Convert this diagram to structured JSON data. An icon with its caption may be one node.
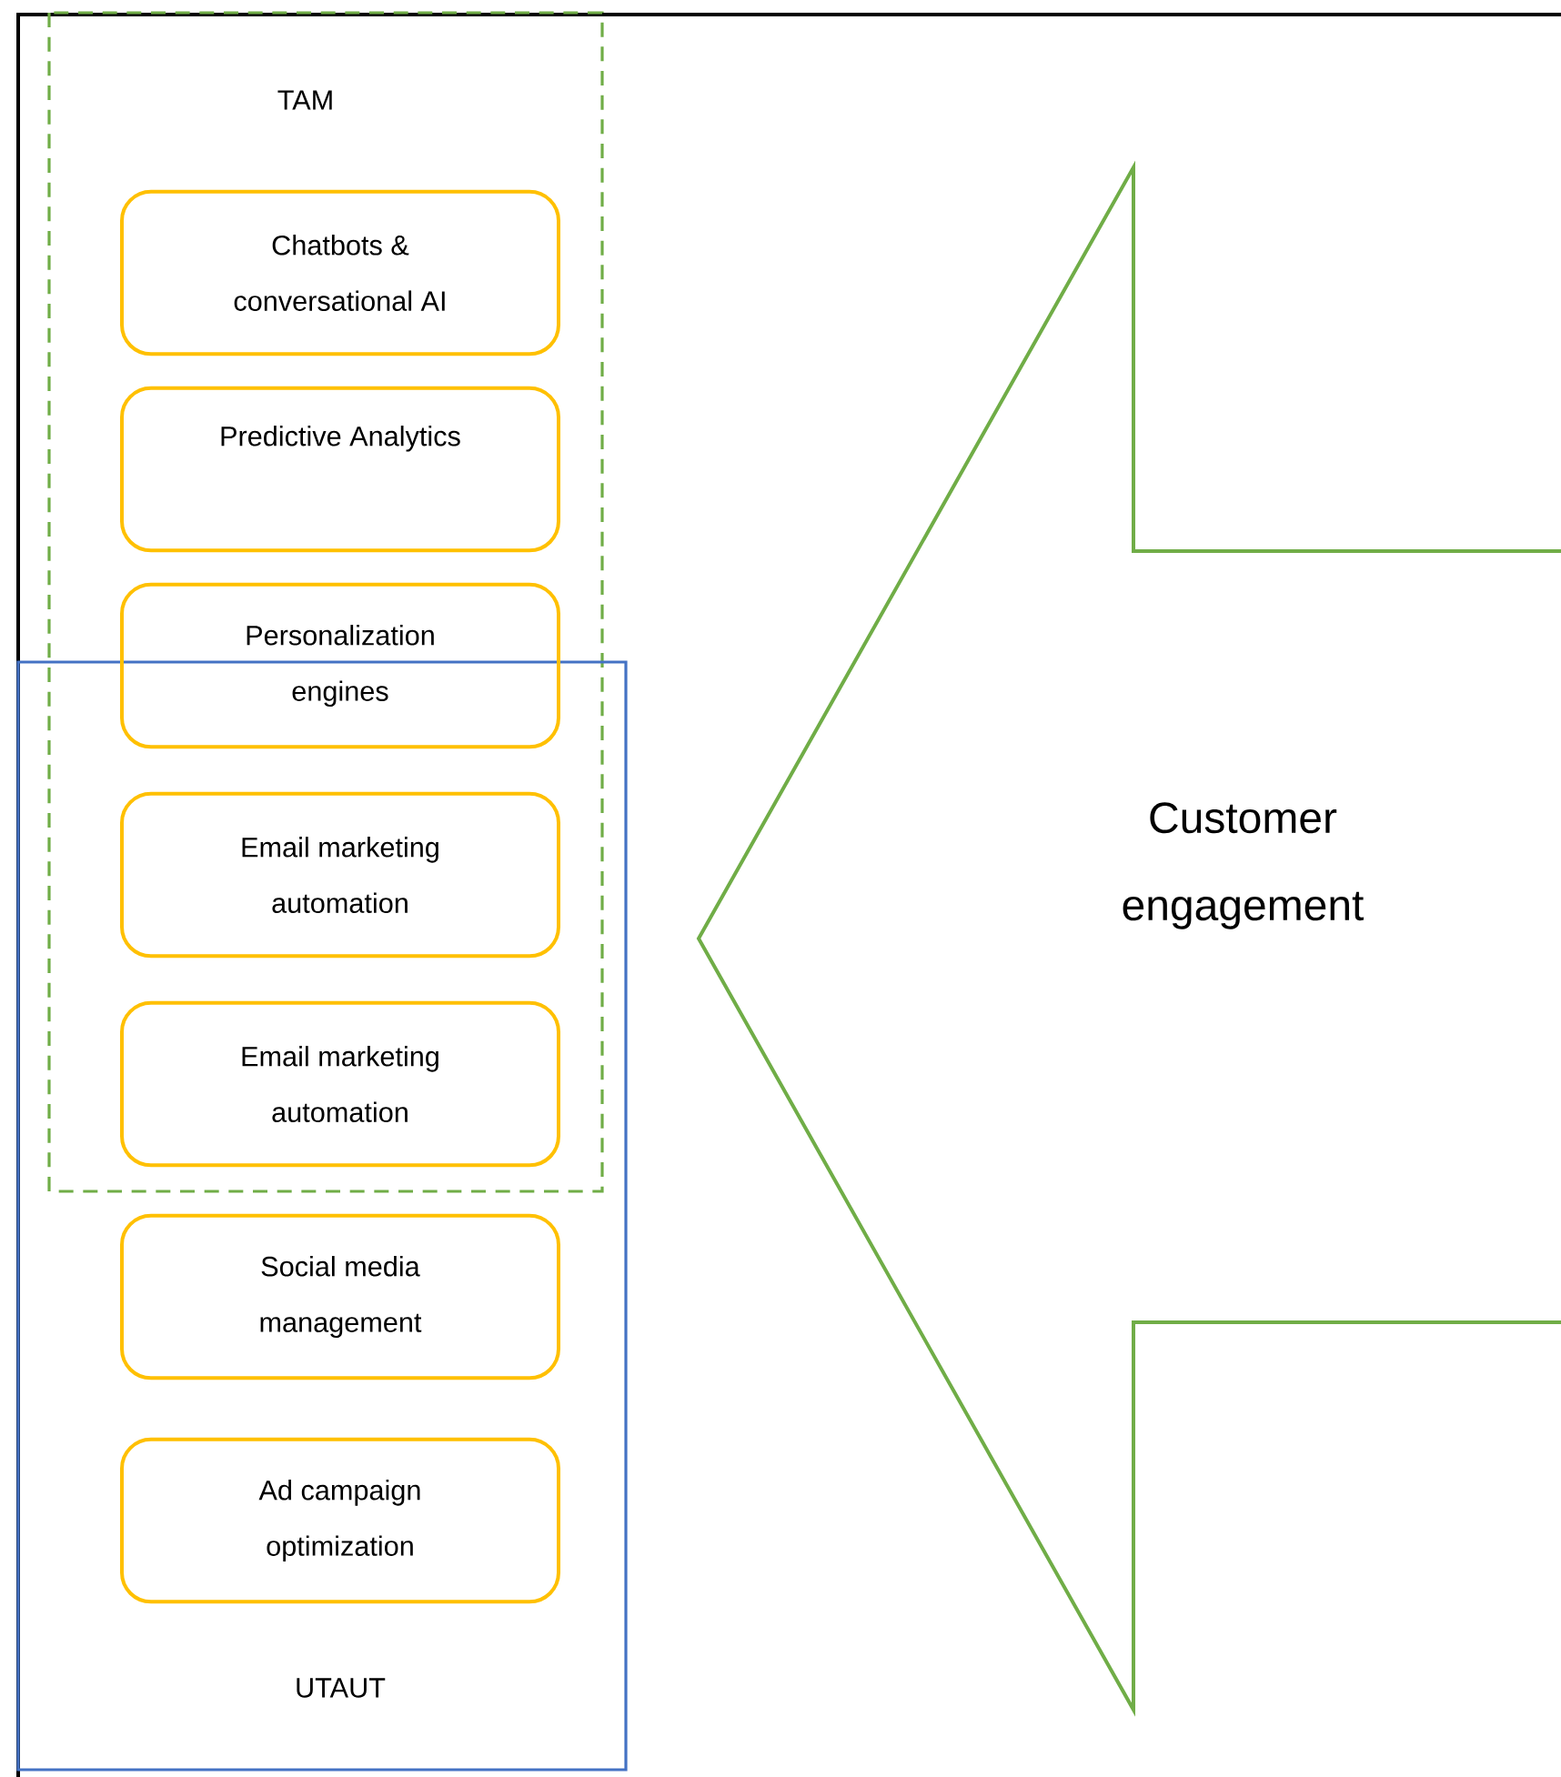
{
  "diagram": {
    "nodes": [
      {
        "text": [
          "TAM"
        ]
      },
      {
        "text": [
          "UTAUT"
        ]
      },
      {
        "text": [
          "Chatbots & conversational AI"
        ],
        "in": 0
      },
      {
        "text": [
          "Predictive Analytics"
        ],
        "in": 0
      },
      {
        "text": [
          "Personalization engines"
        ],
        "in": 0
      },
      {
        "text": [
          "Email marketing automation"
        ]
      },
      {
        "text": [
          "Email marketing automation"
        ]
      },
      {
        "text": [
          "Social media management"
        ],
        "in": 1
      },
      {
        "text": [
          "Ad campaign optimization"
        ],
        "in": 1
      },
      {
        "text": [
          "Customer engagement"
        ]
      }
    ]
  }
}
